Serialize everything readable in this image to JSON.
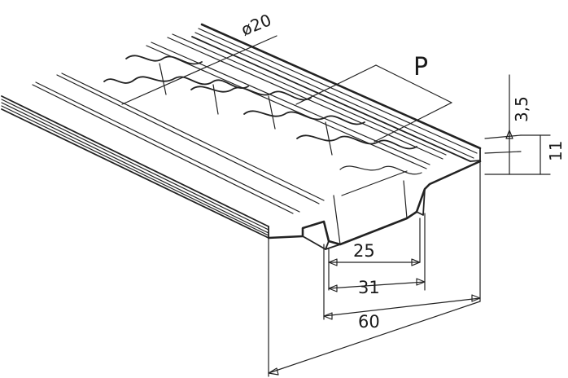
{
  "drawing": {
    "labels": {
      "diameter": "ø20",
      "pitch": "P",
      "thickness": "3,5",
      "height": "11",
      "inner_width": "25",
      "outer_channel_width": "31",
      "base_width": "60"
    }
  }
}
